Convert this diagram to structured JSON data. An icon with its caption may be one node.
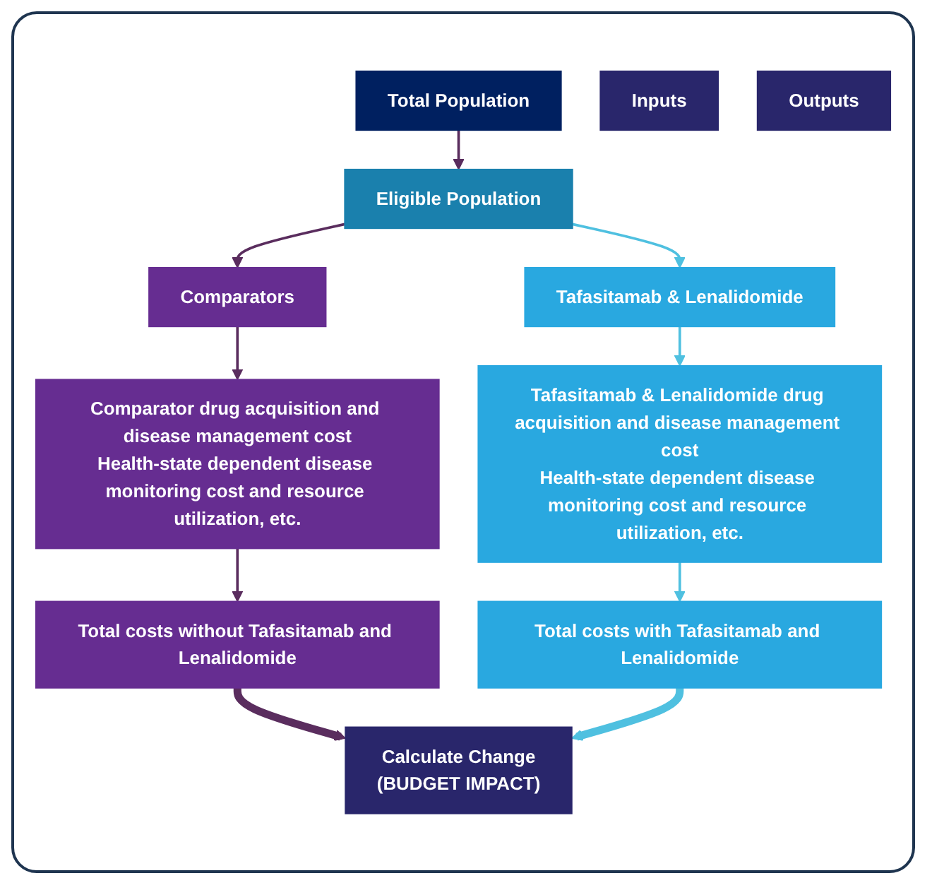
{
  "diagram": {
    "nodes": [
      {
        "text": [
          "Total Population"
        ]
      },
      {
        "text": [
          "Eligible Population"
        ]
      },
      {
        "text": [
          "Inputs"
        ]
      },
      {
        "text": [
          "Comparators"
        ]
      },
      {
        "text": [
          "Comparator drug acquisition and disease management cost",
          "Health-state dependent disease monitoring cost and resource utilization, etc."
        ]
      },
      {
        "text": [
          "Tafasitamab & Lenalidomide"
        ]
      },
      {
        "text": [
          "Tafasitamab & Lenalidomide drug acquisition and disease management cost",
          "Health-state dependent disease monitoring cost and resource utilization, etc."
        ]
      },
      {
        "text": [
          "Outputs"
        ]
      },
      {
        "text": [
          "Total costs without Tafasitamab and Lenalidomide"
        ]
      },
      {
        "text": [
          "Total costs with Tafasitamab and Lenalidomide"
        ]
      },
      {
        "text": [
          "Calculate Change",
          "(BUDGET IMPACT)"
        ]
      }
    ],
    "edges": [
      {
        "from": 0,
        "to": 1,
        "arrow": "to"
      },
      {
        "from": 1,
        "to": 3,
        "arrow": "to"
      },
      {
        "from": 1,
        "to": 5,
        "arrow": "to",
        "color": "#4fc0e0"
      },
      {
        "from": 3,
        "to": 4,
        "arrow": "to"
      },
      {
        "from": 5,
        "to": 6,
        "arrow": "to",
        "color": "#4fc0e0"
      },
      {
        "from": 4,
        "to": 8,
        "arrow": "to"
      },
      {
        "from": 6,
        "to": 9,
        "arrow": "to",
        "color": "#4fc0e0"
      },
      {
        "from": 8,
        "to": 10,
        "arrow": "to",
        "style": "thick"
      },
      {
        "from": 9,
        "to": 10,
        "arrow": "to",
        "style": "thick",
        "color": "#4fc0e0"
      }
    ]
  }
}
